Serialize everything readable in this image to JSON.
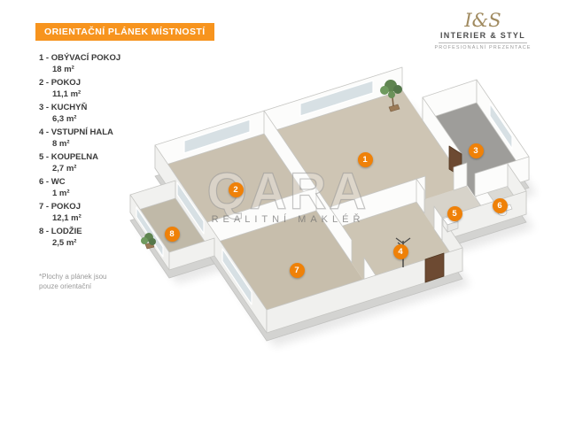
{
  "header": {
    "title": "ORIENTAČNÍ PLÁNEK MÍSTNOSTÍ"
  },
  "logo": {
    "monogram": "I&S",
    "name": "INTERIER & STYL",
    "tagline": "PROFESIONÁLNÍ PREZENTACE"
  },
  "legend": {
    "items": [
      {
        "label": "1 - OBÝVACÍ POKOJ",
        "area": "18 m²"
      },
      {
        "label": "2 - POKOJ",
        "area": "11,1 m²"
      },
      {
        "label": "3 - KUCHYŇ",
        "area": "6,3 m²"
      },
      {
        "label": "4 - VSTUPNÍ HALA",
        "area": "8 m²"
      },
      {
        "label": "5 - KOUPELNA",
        "area": "2,7 m²"
      },
      {
        "label": "6 - WC",
        "area": "1 m²"
      },
      {
        "label": "7 - POKOJ",
        "area": "12,1 m²"
      },
      {
        "label": "8 - LODŽIE",
        "area": "2,5 m²"
      }
    ]
  },
  "footnote": {
    "line1": "*Plochy a plánek jsou",
    "line2": "pouze orientační"
  },
  "watermark": {
    "brand": "QARA",
    "subtitle": "REALITNÍ MAKLÉŘ"
  },
  "plan": {
    "markers": [
      {
        "number": "1"
      },
      {
        "number": "2"
      },
      {
        "number": "3"
      },
      {
        "number": "4"
      },
      {
        "number": "5"
      },
      {
        "number": "6"
      },
      {
        "number": "7"
      },
      {
        "number": "8"
      }
    ]
  },
  "colors": {
    "accent_orange": "#F7941E",
    "marker_orange": "#EF8108",
    "floor_beige": "#CCC3B2",
    "kitchen_floor_gray": "#9E9D9A",
    "wall_white": "#FCFCFB"
  }
}
